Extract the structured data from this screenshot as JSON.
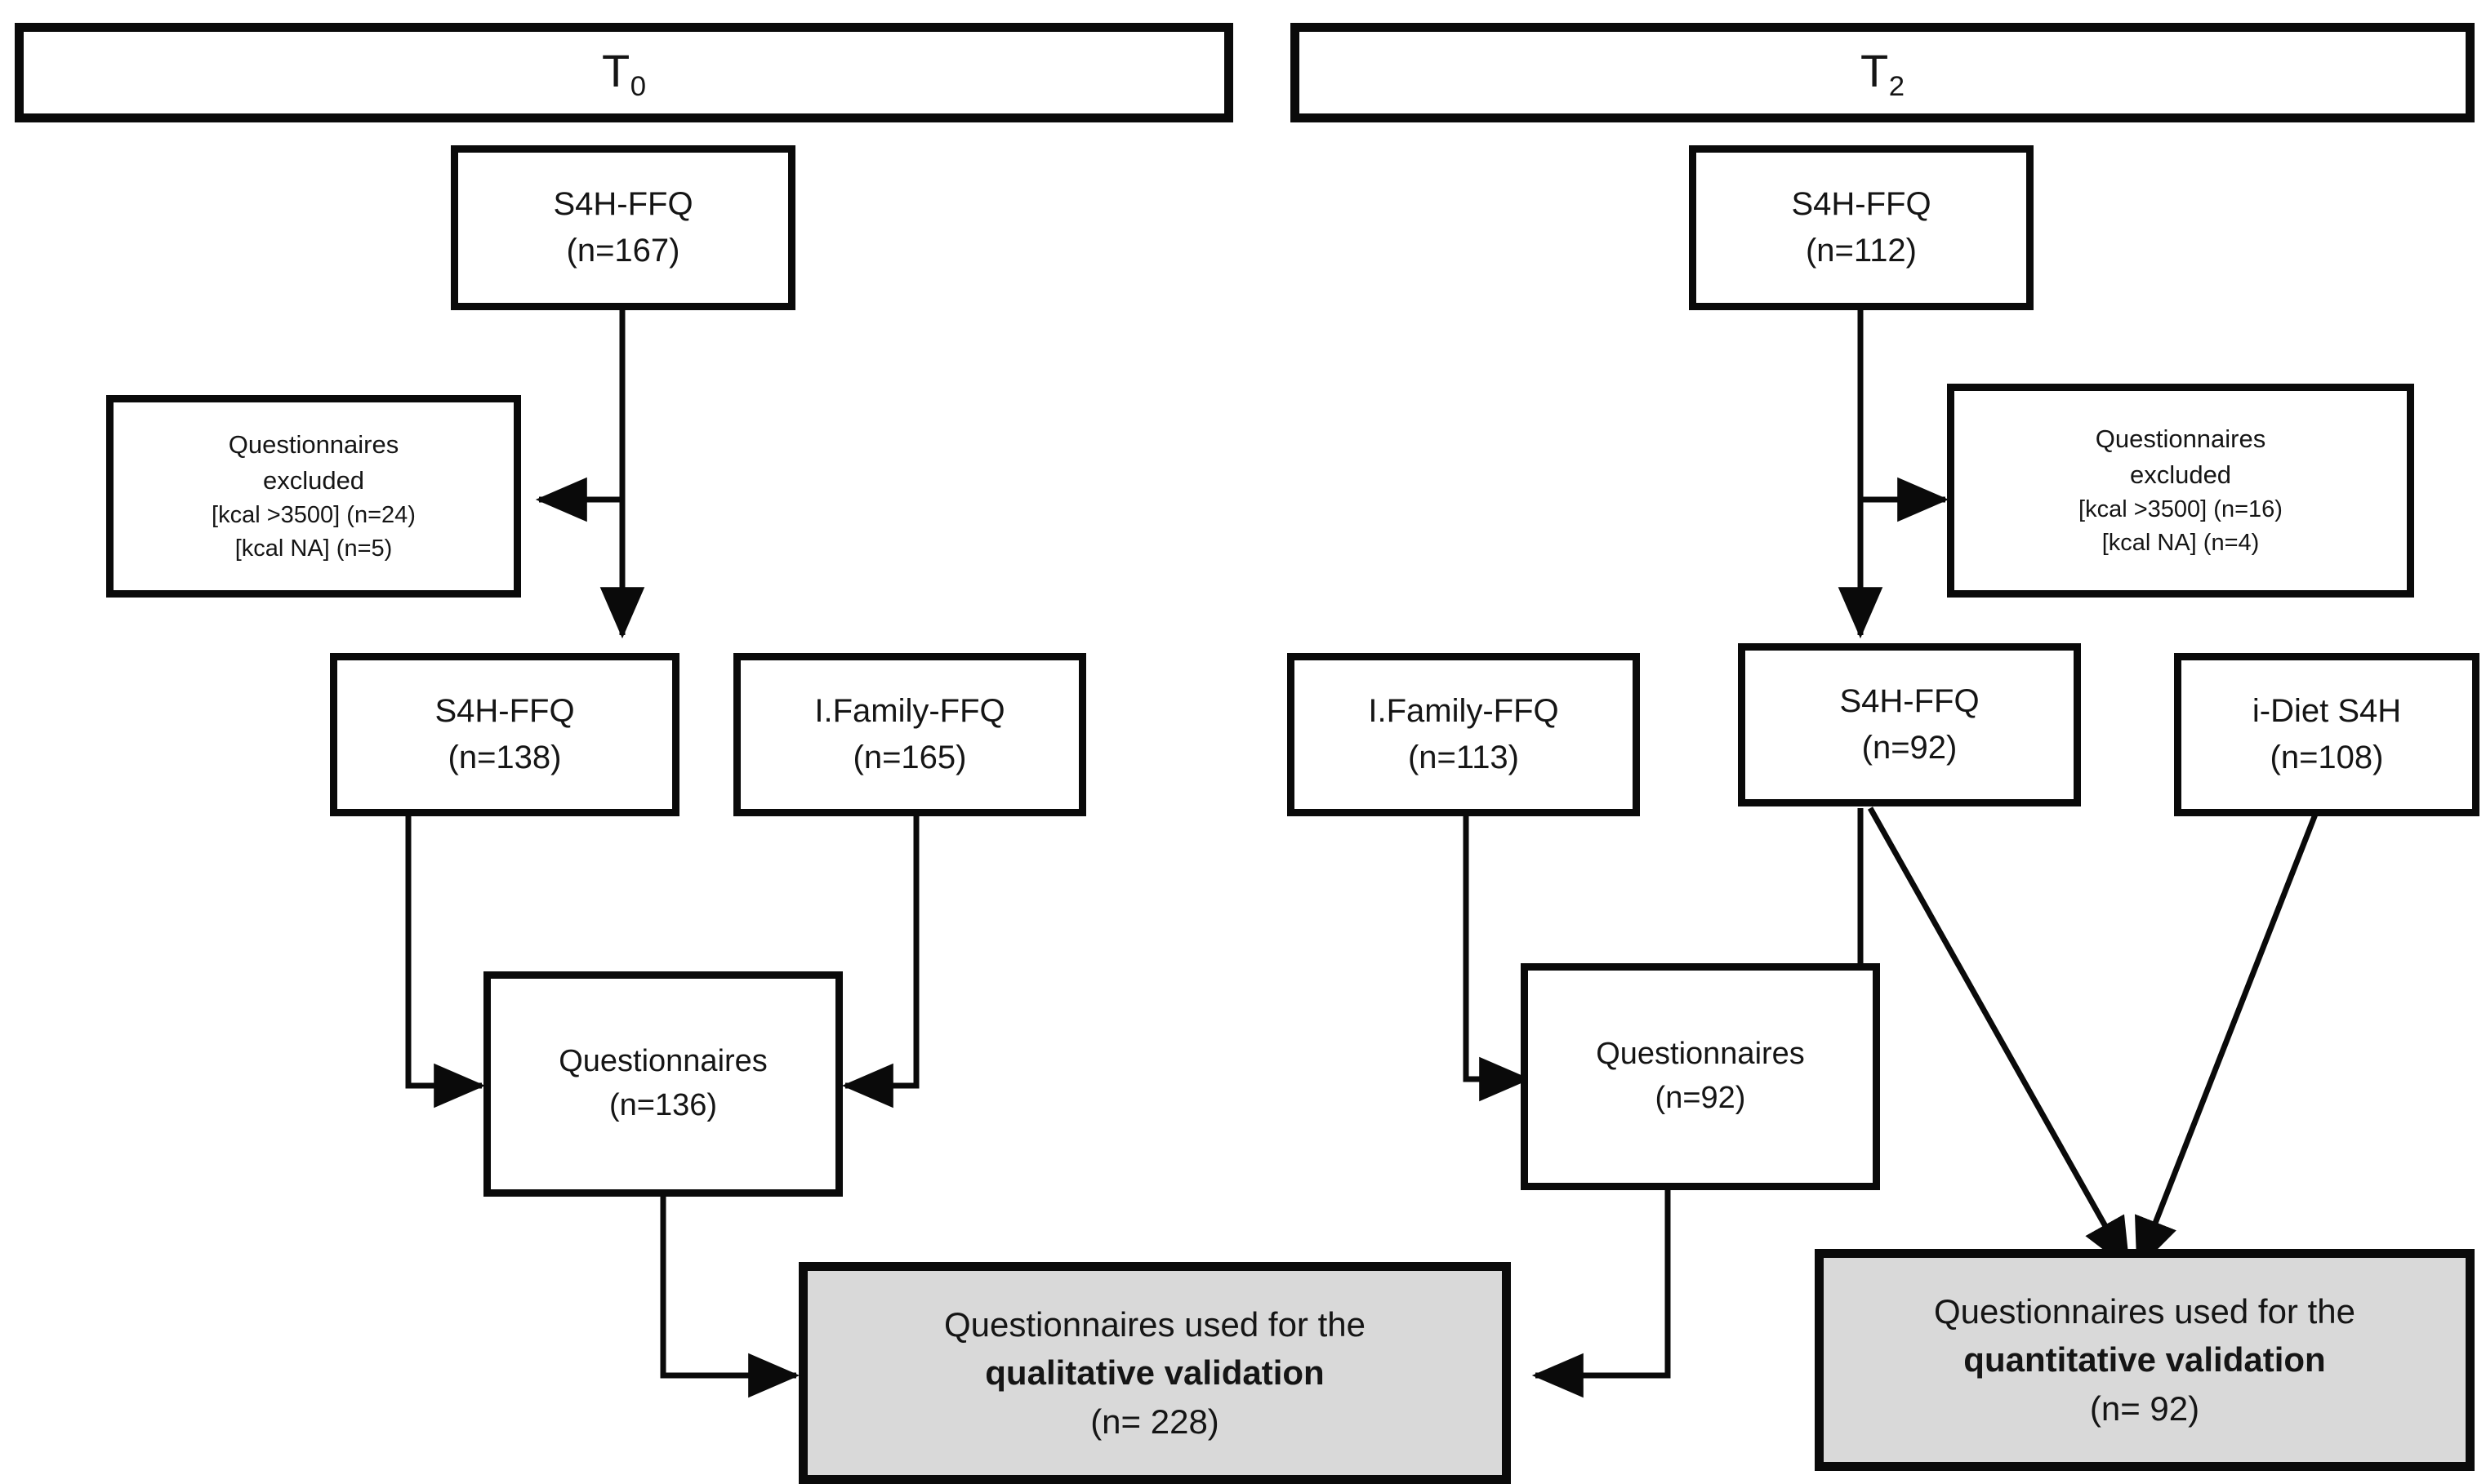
{
  "figure": {
    "type": "flowchart",
    "title": "Study flow of questionnaires used for qualitative and quantitative validation",
    "colors": {
      "stroke": "#0a0a0a",
      "box_fill": "#ffffff",
      "highlight_fill": "#d9d9d9",
      "text": "#151515"
    }
  },
  "columns": [
    {
      "id": "t0",
      "header": "T",
      "header_sub": "0"
    },
    {
      "id": "t2",
      "header": "T",
      "header_sub": "2"
    }
  ],
  "nodes": {
    "t0_source": {
      "line1": "S4H-FFQ",
      "line2": "(n=167)"
    },
    "t0_excluded": {
      "line1": "Questionnaires",
      "line2": "excluded",
      "line3": "[kcal >3500] (n=24)",
      "line4": "[kcal NA] (n=5)"
    },
    "t0_s4h": {
      "line1": "S4H-FFQ",
      "line2": "(n=138)"
    },
    "t0_ifam": {
      "line1": "I.Family-FFQ",
      "line2": "(n=165)"
    },
    "t0_quest": {
      "line1": "Questionnaires",
      "line2": "(n=136)"
    },
    "t2_source": {
      "line1": "S4H-FFQ",
      "line2": "(n=112)"
    },
    "t2_excluded": {
      "line1": "Questionnaires",
      "line2": "excluded",
      "line3": "[kcal >3500] (n=16)",
      "line4": "[kcal NA] (n=4)"
    },
    "t2_ifam": {
      "line1": "I.Family-FFQ",
      "line2": "(n=113)"
    },
    "t2_s4h": {
      "line1": "S4H-FFQ",
      "line2": "(n=92)"
    },
    "t2_idiet": {
      "line1": "i-Diet S4H",
      "line2": "(n=108)"
    },
    "t2_quest": {
      "line1": "Questionnaires",
      "line2": "(n=92)"
    },
    "out_qualitative": {
      "line1": "Questionnaires used for the",
      "line2": "qualitative validation",
      "line3": "(n= 228)"
    },
    "out_quantitative": {
      "line1": "Questionnaires used for the",
      "line2": "quantitative validation",
      "line3": "(n= 92)"
    }
  },
  "edges": [
    {
      "from": "t0_source",
      "to": "t0_excluded",
      "style": "elbow-left-arrow"
    },
    {
      "from": "t0_source",
      "to": "t0_s4h",
      "style": "straight-down-arrow"
    },
    {
      "from": "t0_s4h",
      "to": "t0_quest",
      "style": "elbow-right-arrow"
    },
    {
      "from": "t0_ifam",
      "to": "t0_quest",
      "style": "elbow-left-arrow"
    },
    {
      "from": "t0_quest",
      "to": "out_qualitative",
      "style": "elbow-right-arrow"
    },
    {
      "from": "t2_source",
      "to": "t2_excluded",
      "style": "elbow-right-arrow"
    },
    {
      "from": "t2_source",
      "to": "t2_s4h",
      "style": "straight-down-arrow"
    },
    {
      "from": "t2_ifam",
      "to": "t2_quest",
      "style": "elbow-right-arrow"
    },
    {
      "from": "t2_s4h",
      "to": "t2_quest",
      "style": "elbow-left-arrow"
    },
    {
      "from": "t2_quest",
      "to": "out_qualitative",
      "style": "elbow-left-arrow"
    },
    {
      "from": "t2_s4h",
      "to": "out_quantitative",
      "style": "diagonal-arrow"
    },
    {
      "from": "t2_idiet",
      "to": "out_quantitative",
      "style": "diagonal-arrow"
    }
  ]
}
